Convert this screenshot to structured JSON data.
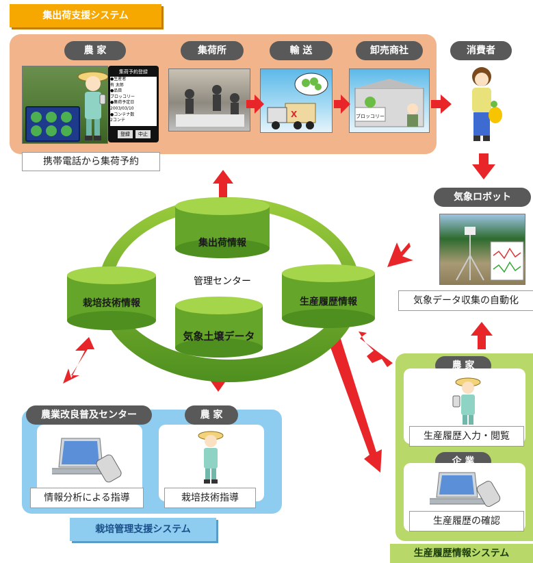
{
  "systems": {
    "shipping": "集出荷支援システム",
    "cultivation": "栽培管理支援システム",
    "history": "生産履歴情報システム"
  },
  "top_flow": {
    "farmer_label": "農 家",
    "shipping_center_label": "集荷所",
    "transport_label": "輸 送",
    "wholesaler_label": "卸売商社",
    "consumer_label": "消費者",
    "mobile_caption": "携帯電話から集荷予約",
    "reservation_form": {
      "title": "集荷予約登録",
      "lines": [
        "●生産者",
        "有 太郎",
        "●品目",
        "ブロッコリー",
        "●集荷予定日",
        "2003/03/10",
        "●コンテナ数",
        "2コンテ"
      ],
      "buttons": [
        "登録",
        "中止"
      ]
    },
    "produce_sign": "ブロッコリー"
  },
  "weather": {
    "label": "気象ロボット",
    "caption": "気象データ収集の自動化"
  },
  "center": {
    "label": "管理センター",
    "db_shipping": "集出荷情報",
    "db_cultivation": "栽培技術情報",
    "db_history": "生産履歴情報",
    "db_weather": "気象土壌データ"
  },
  "cultivation_panel": {
    "extension_label": "農業改良普及センター",
    "farmer_label": "農 家",
    "analysis_caption": "情報分析による指導",
    "technique_caption": "栽培技術指導"
  },
  "history_panel": {
    "farmer_label": "農 家",
    "input_caption": "生産履歴入力・閲覧",
    "company_label": "企 業",
    "confirm_caption": "生産履歴の確認"
  },
  "colors": {
    "shipping_bg": "#f2b48a",
    "cultivation_bg": "#8ecdf0",
    "history_bg": "#b8d86a",
    "arrow": "#e8262a",
    "ring": "#7cb342",
    "banner_orange": "#f6a800"
  }
}
